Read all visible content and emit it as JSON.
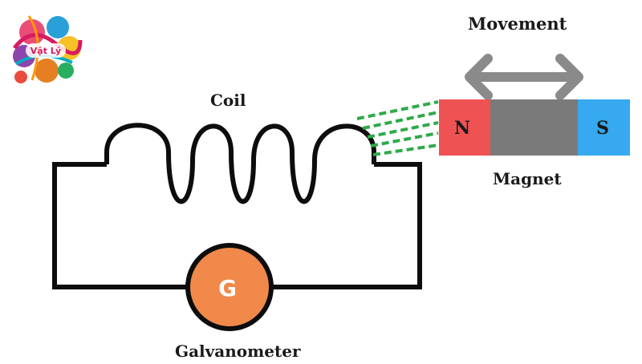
{
  "logo": {
    "name": "vat-ly-logo",
    "text": "Vật Lý"
  },
  "labels": {
    "movement": "Movement",
    "coil": "Coil",
    "magnet": "Magnet",
    "galvanometer": "Galvanometer"
  },
  "magnet": {
    "north_label": "N",
    "south_label": "S",
    "north_color": "#ef5253",
    "body_color": "#7a7a7a",
    "south_color": "#36a9f0"
  },
  "galvanometer": {
    "symbol": "G",
    "color": "#f0894a"
  },
  "colors": {
    "wire": "#0d0d0d",
    "field_lines": "#2eaa4a",
    "arrow": "#8a8a8a"
  }
}
